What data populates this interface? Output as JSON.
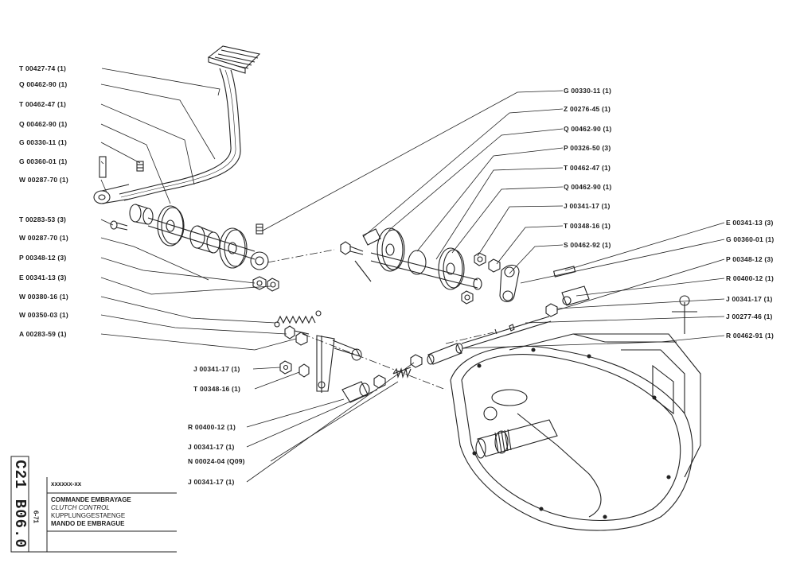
{
  "labels_left": [
    {
      "text": "T 00427-74  (1)"
    },
    {
      "text": "Q 00462-90  (1)"
    },
    {
      "text": "T 00462-47  (1)"
    },
    {
      "text": "Q 00462-90  (1)"
    },
    {
      "text": "G 00330-11  (1)"
    },
    {
      "text": "G 00360-01  (1)"
    },
    {
      "text": "W 00287-70  (1)"
    },
    {
      "text": "T 00283-53  (3)"
    },
    {
      "text": "W 00287-70  (1)"
    },
    {
      "text": "P 00348-12  (3)"
    },
    {
      "text": "E 00341-13  (3)"
    },
    {
      "text": "W 00380-16  (1)"
    },
    {
      "text": "W 00350-03  (1)"
    },
    {
      "text": "A 00283-59  (1)"
    }
  ],
  "labels_mid": [
    {
      "text": "J 00341-17  (1)"
    },
    {
      "text": "T  00348-16  (1)"
    },
    {
      "text": "R 00400-12  (1)"
    },
    {
      "text": "J 00341-17  (1)"
    },
    {
      "text": "N 00024-04  (Q09)"
    },
    {
      "text": "J 00341-17  (1)"
    }
  ],
  "labels_center": [
    {
      "text": "G 00330-11  (1)"
    },
    {
      "text": "Z 00276-45  (1)"
    },
    {
      "text": "Q 00462-90  (1)"
    },
    {
      "text": "P 00326-50  (3)"
    },
    {
      "text": "T 00462-47  (1)"
    },
    {
      "text": "Q 00462-90  (1)"
    },
    {
      "text": "J 00341-17  (1)"
    },
    {
      "text": "T 00348-16  (1)"
    },
    {
      "text": "S 00462-92  (1)"
    }
  ],
  "labels_right": [
    {
      "text": "E 00341-13  (3)"
    },
    {
      "text": "G 00360-01  (1)"
    },
    {
      "text": "P 00348-12  (3)"
    },
    {
      "text": "R 00400-12  (1)"
    },
    {
      "text": "J 00341-17  (1)"
    },
    {
      "text": "J 00277-46  (1)"
    },
    {
      "text": "R 00462-91  (1)"
    }
  ],
  "title_block": {
    "sheet_code": "C21 B06.0",
    "date": "6-71",
    "ref": "xxxxxx-xx",
    "title_fr": "COMMANDE EMBRAYAGE",
    "title_en": "CLUTCH CONTROL",
    "title_de": "KUPPLUNGGESTAENGE",
    "title_es": "MANDO DE EMBRAGUE"
  }
}
